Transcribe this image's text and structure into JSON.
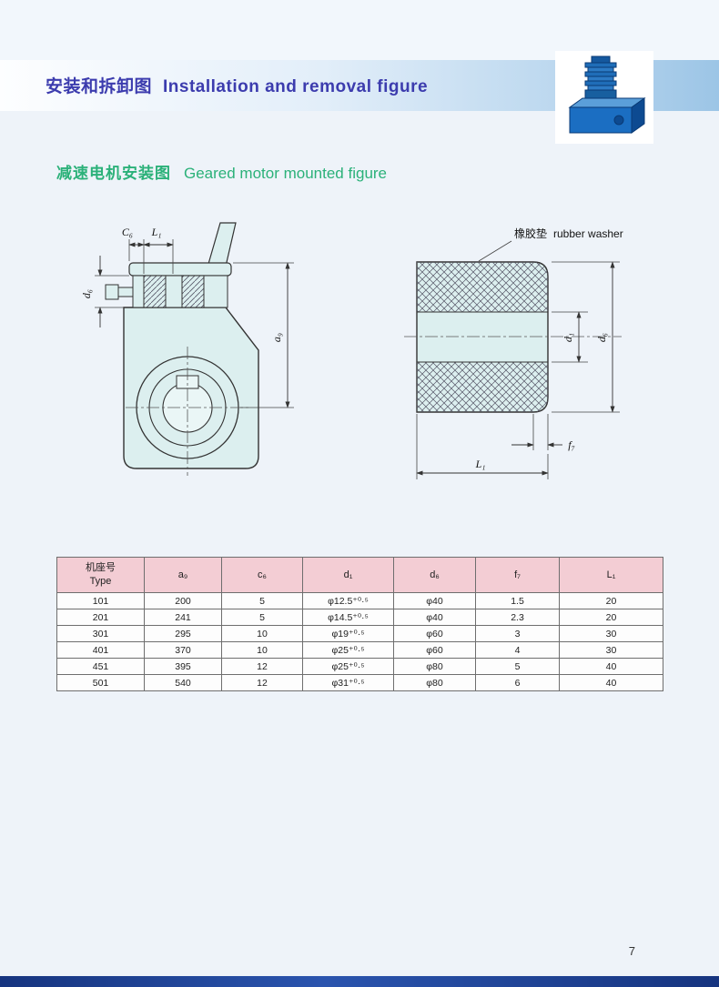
{
  "header": {
    "title_zh": "安装和拆卸图",
    "title_en": "Installation and removal figure"
  },
  "subtitle": {
    "zh": "减速电机安装图",
    "en": "Geared motor mounted figure"
  },
  "diagram_left": {
    "labels": {
      "c6": "C₆",
      "l1": "L₁",
      "d6": "d₆",
      "a9": "a₉"
    }
  },
  "diagram_right": {
    "caption_zh": "橡胶垫",
    "caption_en": "rubber washer",
    "labels": {
      "d1": "d₁",
      "d6": "d₆",
      "f7": "f₇",
      "l1": "L₁"
    }
  },
  "table": {
    "headers": {
      "type_zh": "机座号",
      "type_en": "Type",
      "a9": "a₉",
      "c6": "c₆",
      "d1": "d₁",
      "d6": "d₆",
      "f7": "f₇",
      "l1": "L₁"
    },
    "rows": [
      [
        "101",
        "200",
        "5",
        "φ12.5⁺⁰·⁵",
        "φ40",
        "1.5",
        "20"
      ],
      [
        "201",
        "241",
        "5",
        "φ14.5⁺⁰·⁵",
        "φ40",
        "2.3",
        "20"
      ],
      [
        "301",
        "295",
        "10",
        "φ19⁺⁰·⁵",
        "φ60",
        "3",
        "30"
      ],
      [
        "401",
        "370",
        "10",
        "φ25⁺⁰·⁵",
        "φ60",
        "4",
        "30"
      ],
      [
        "451",
        "395",
        "12",
        "φ25⁺⁰·⁵",
        "φ80",
        "5",
        "40"
      ],
      [
        "501",
        "540",
        "12",
        "φ31⁺⁰·⁵",
        "φ80",
        "6",
        "40"
      ]
    ]
  },
  "footer": {
    "page_number": "7"
  }
}
